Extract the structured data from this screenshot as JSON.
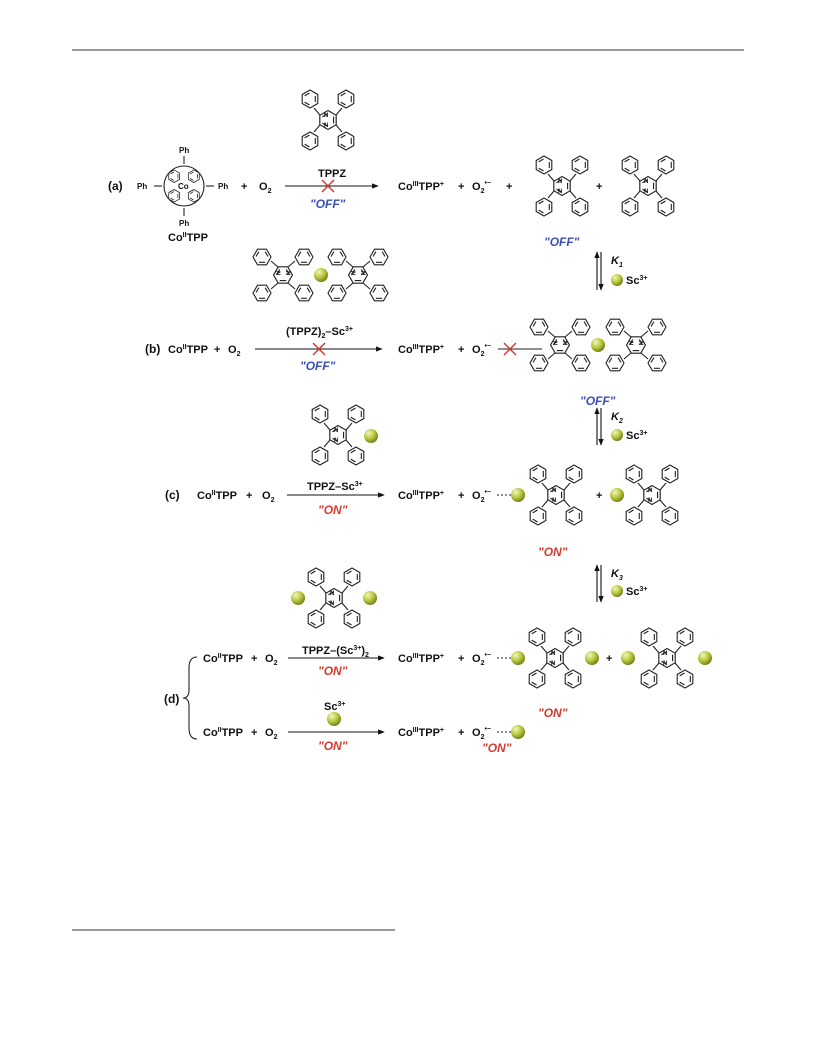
{
  "scheme": {
    "panels": [
      "(a)",
      "(b)",
      "(c)",
      "(d)"
    ],
    "co2_reactant": "Co",
    "co2_ox": "II",
    "co2_suffix": "TPP",
    "co3_product": "Co",
    "co3_ox": "III",
    "co3_suffix": "TPP",
    "plus": "+",
    "o2": "O",
    "o2_sub": "2",
    "superoxide": "O",
    "superoxide_sub": "2",
    "superoxide_sup": "•−",
    "ph": "Ph",
    "co": "Co",
    "n": "N",
    "tppz": "TPPZ",
    "tppz2_sc": "(TPPZ)",
    "tppz2_sc_sub": "2",
    "tppz2_sc_rest": "–Sc",
    "tppz_sc": "TPPZ–Sc",
    "tppz_sc2": "TPPZ–(Sc",
    "tppz_sc2_close": ")",
    "tppz_sc2_sub": "2",
    "sc": "Sc",
    "sc_charge": "3+",
    "k1": "K",
    "k1_sub": "1",
    "k2": "K",
    "k2_sub": "2",
    "k3": "K",
    "k3_sub": "3",
    "off": "\"OFF\"",
    "on": "\"ON\""
  },
  "colors": {
    "on": "#d23b2f",
    "off": "#3b50b8",
    "sc_ball": "#b5c43a"
  }
}
